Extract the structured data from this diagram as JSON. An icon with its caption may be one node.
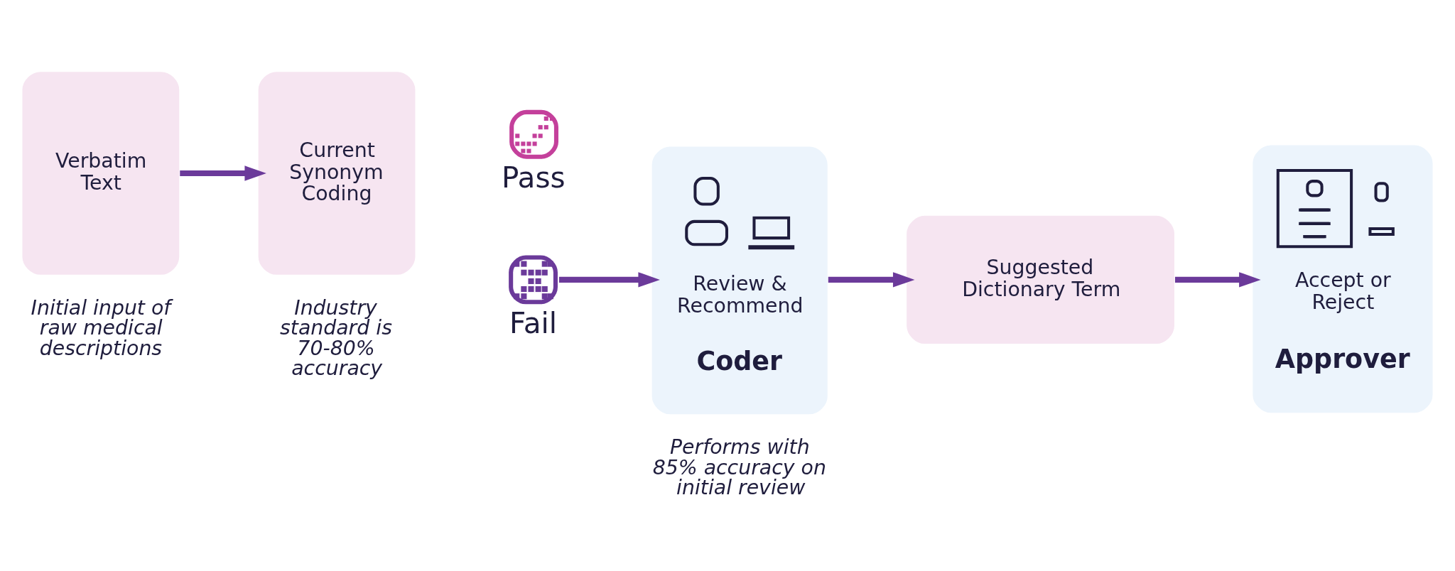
{
  "diagram": {
    "nodes": [
      {
        "text": [
          "Verbatim Text"
        ],
        "beside": [
          "Initial input of raw medical descriptions"
        ]
      },
      {
        "text": [
          "Current Synonym Coding"
        ],
        "beside": [
          "Industry standard is 70-80% accuracy"
        ]
      },
      {
        "text": [
          "Pass"
        ]
      },
      {
        "text": [
          "Fail"
        ]
      },
      {
        "text": [
          "Review & Recommend",
          "Coder"
        ],
        "beside": [
          "Performs with 85% accuracy on initial review"
        ]
      },
      {
        "text": [
          "Suggested Dictionary Term"
        ]
      },
      {
        "text": [
          "Accept or Reject",
          "Approver"
        ]
      }
    ],
    "edges": [
      {
        "from": 0,
        "to": 1,
        "arrow": "to"
      },
      {
        "from": 3,
        "to": 4,
        "arrow": "to"
      },
      {
        "from": 4,
        "to": 5,
        "arrow": "to"
      },
      {
        "from": 5,
        "to": 6,
        "arrow": "to"
      }
    ]
  }
}
